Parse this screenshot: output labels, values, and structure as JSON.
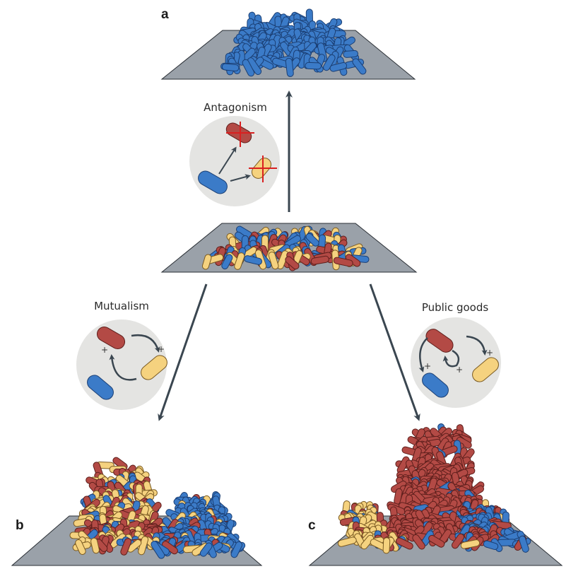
{
  "panels": {
    "a": {
      "letter": "a"
    },
    "b": {
      "letter": "b"
    },
    "c": {
      "letter": "c"
    }
  },
  "interactions": {
    "antagonism": {
      "label": "Antagonism"
    },
    "mutualism": {
      "label": "Mutualism",
      "plus": "+"
    },
    "public_goods": {
      "label": "Public goods",
      "plus": "+"
    }
  },
  "colors": {
    "blue": "#3b7bc8",
    "blue_edge": "#1b3f74",
    "red": "#b34a45",
    "red_edge": "#5e1f1c",
    "yellow": "#f5d27f",
    "yellow_edge": "#7a5a22",
    "platform_top": "#9aa1a9",
    "platform_edge": "#2a2f35",
    "circle_fill": "#e4e4e2",
    "arrow": "#3a4650",
    "cross": "#d92020"
  }
}
